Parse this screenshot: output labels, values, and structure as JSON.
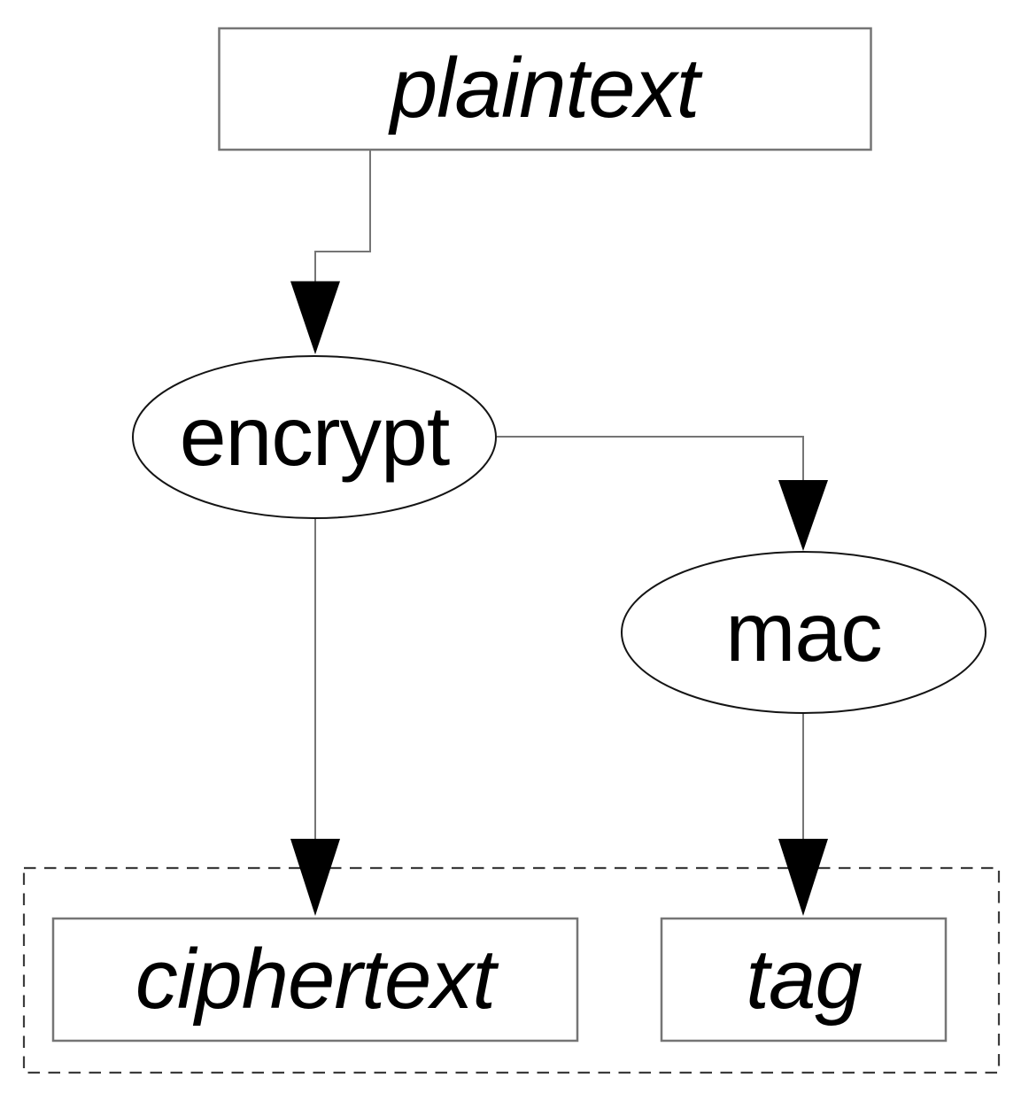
{
  "diagram_type": "flowchart",
  "nodes": {
    "plaintext": {
      "label": "plaintext",
      "shape": "rectangle",
      "text_style": "italic"
    },
    "encrypt": {
      "label": "encrypt",
      "shape": "ellipse",
      "text_style": "normal"
    },
    "mac": {
      "label": "mac",
      "shape": "ellipse",
      "text_style": "normal"
    },
    "ciphertext": {
      "label": "ciphertext",
      "shape": "rectangle",
      "text_style": "italic"
    },
    "tag": {
      "label": "tag",
      "shape": "rectangle",
      "text_style": "italic"
    }
  },
  "edges": [
    {
      "from": "plaintext",
      "to": "encrypt",
      "arrow": "filled-triangle-down"
    },
    {
      "from": "encrypt",
      "to": "mac",
      "arrow": "filled-triangle-down"
    },
    {
      "from": "encrypt",
      "to": "ciphertext",
      "arrow": "filled-triangle-down"
    },
    {
      "from": "mac",
      "to": "tag",
      "arrow": "filled-triangle-down"
    }
  ],
  "group": {
    "members": [
      "ciphertext",
      "tag"
    ],
    "border_style": "dashed"
  },
  "icons": {
    "arrowhead_down": "filled downward triangle"
  },
  "colors": {
    "background": "#ffffff",
    "node_box_border": "#757575",
    "node_ellipse_border": "#141414",
    "node_fill": "#ffffff",
    "group_dashed_border": "#3c3c3c",
    "connector": "#757575",
    "arrowhead": "#000000",
    "label_text": "#000000"
  }
}
